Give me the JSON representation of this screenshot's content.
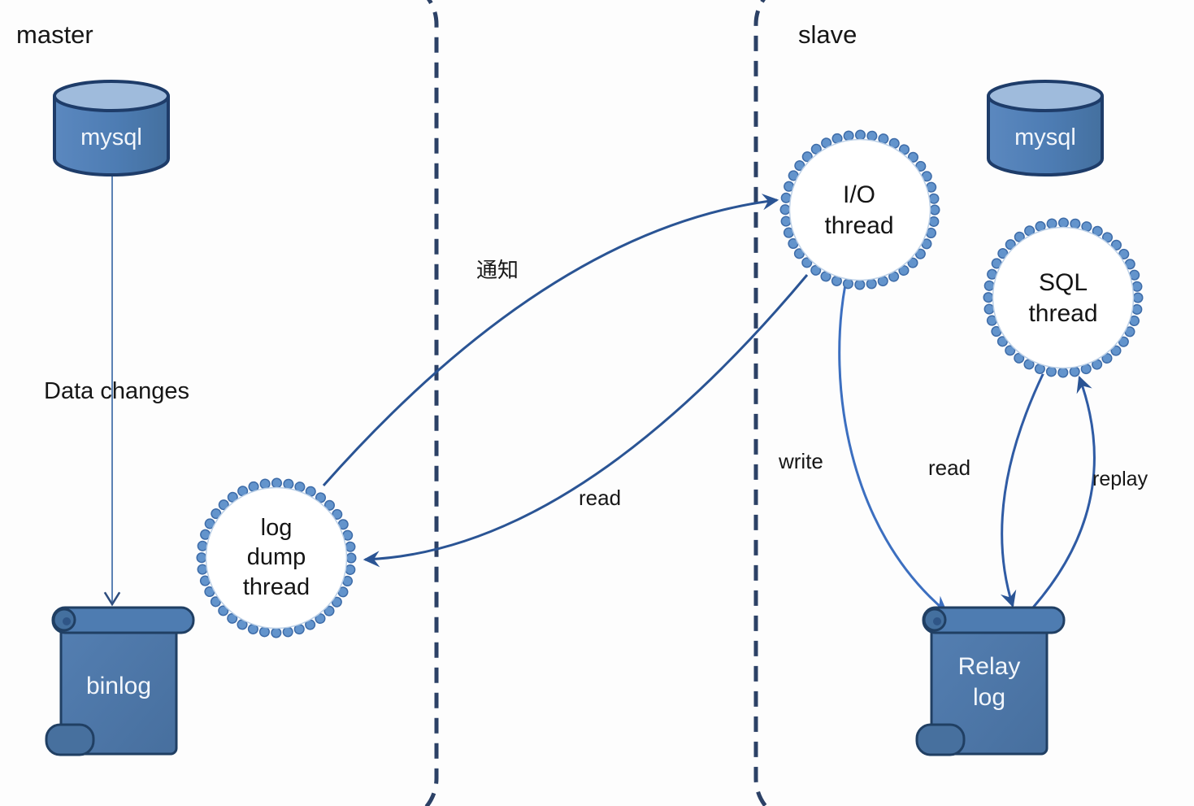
{
  "regions": {
    "master": {
      "label": "master"
    },
    "slave": {
      "label": "slave"
    }
  },
  "nodes": {
    "master_mysql": {
      "label": "mysql",
      "shape": "database-cylinder"
    },
    "binlog": {
      "label": "binlog",
      "shape": "scroll"
    },
    "log_dump_thread": {
      "label": "log dump thread",
      "shape": "scalloped-circle"
    },
    "io_thread": {
      "label": "I/O thread",
      "shape": "scalloped-circle"
    },
    "sql_thread": {
      "label": "SQL thread",
      "shape": "scalloped-circle"
    },
    "slave_mysql": {
      "label": "mysql",
      "shape": "database-cylinder"
    },
    "relay_log": {
      "label": "Relay log",
      "shape": "scroll"
    }
  },
  "edges": {
    "data_changes": {
      "label": "Data changes",
      "from": "master_mysql",
      "to": "binlog"
    },
    "notify": {
      "label": "通知",
      "from": "log_dump_thread",
      "to": "io_thread"
    },
    "read_binlog": {
      "label": "read",
      "from": "io_thread",
      "to": "log_dump_thread"
    },
    "write_relay": {
      "label": "write",
      "from": "io_thread",
      "to": "relay_log"
    },
    "read_relay": {
      "label": "read",
      "from": "sql_thread",
      "to": "relay_log"
    },
    "replay": {
      "label": "replay",
      "from": "relay_log",
      "to": "sql_thread"
    }
  },
  "colors": {
    "node_fill": "#4d7cb3",
    "node_top_fill": "#9fbbdc",
    "node_border": "#1e3c69",
    "scroll_fill": "#4a76a8",
    "thread_bead_outer": "#3e6ca8",
    "thread_bead_inner": "#6394cc",
    "arrow_dark": "#2a5494",
    "arrow_bright": "#3c6fc0",
    "region_border": "#2c4166",
    "label_text": "#161616",
    "node_text": "#f2f6fb"
  }
}
